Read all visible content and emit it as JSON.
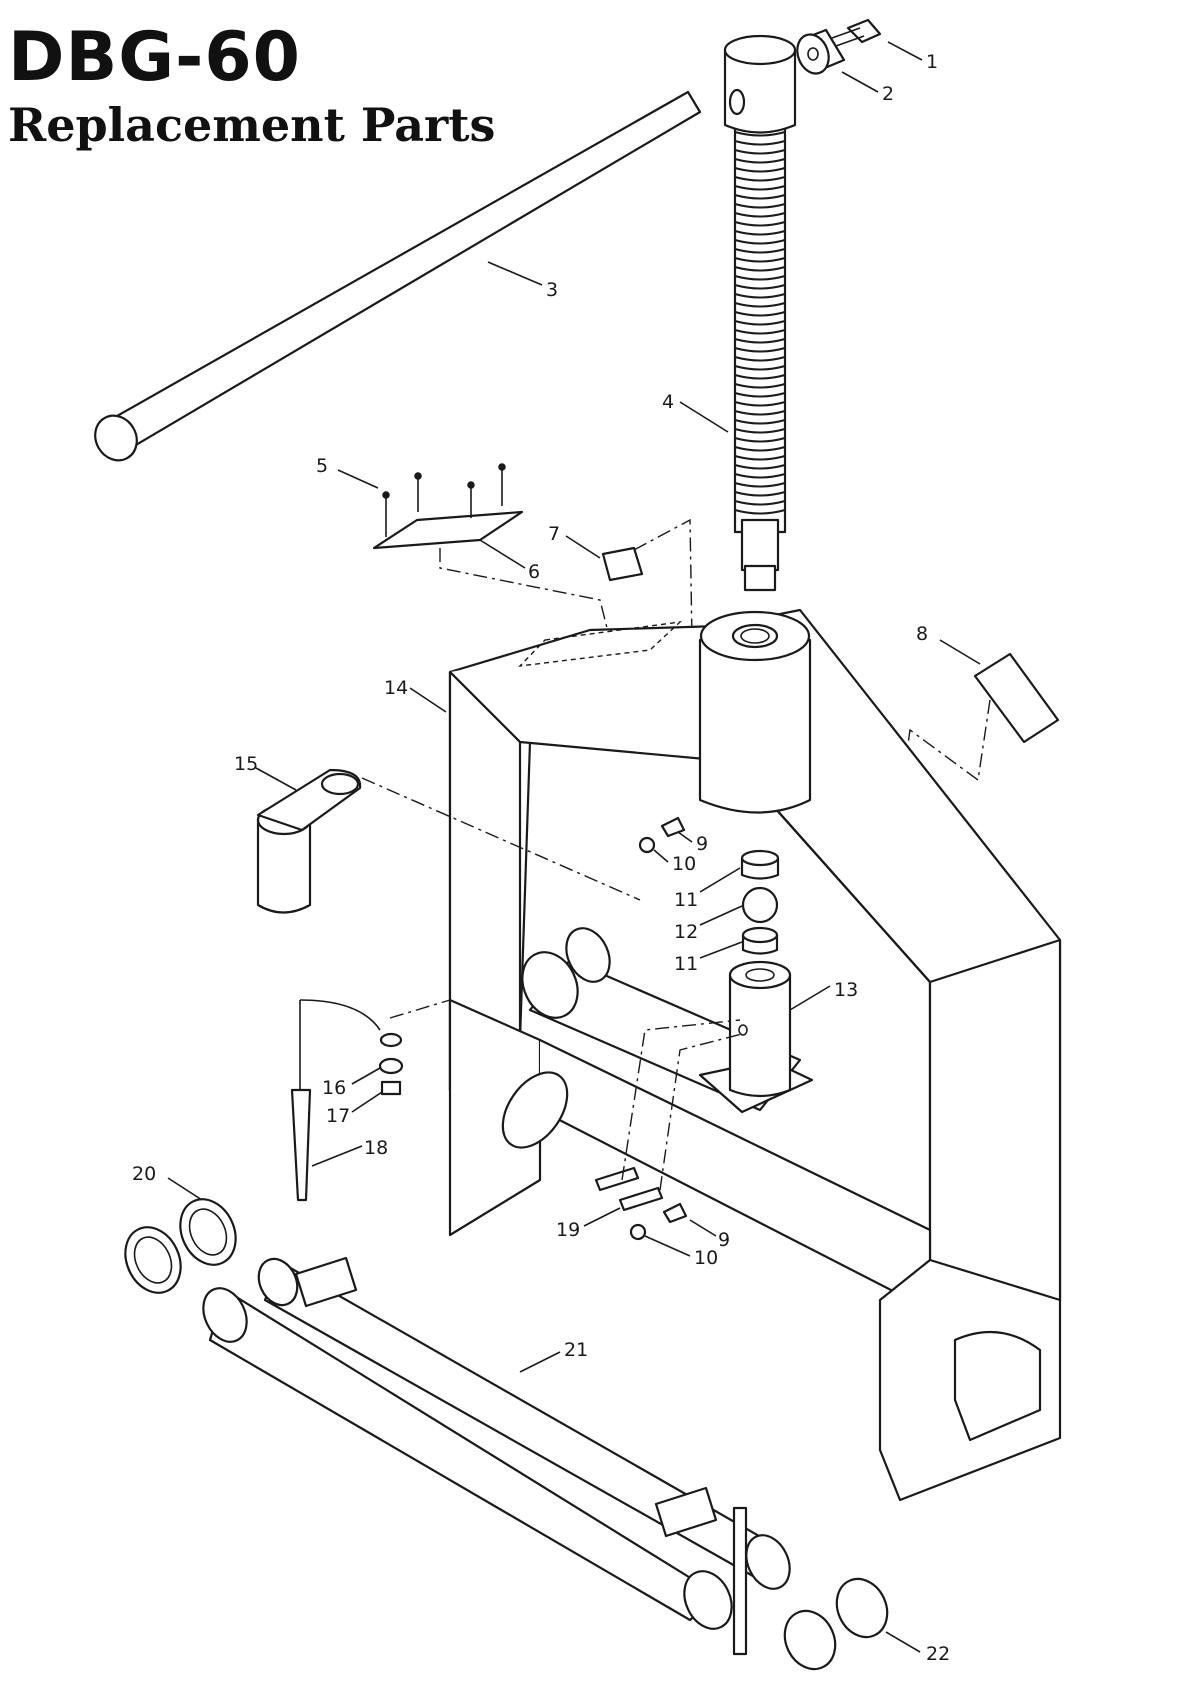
{
  "title": "DBG-60",
  "subtitle": "Replacement Parts",
  "callouts": [
    "1",
    "2",
    "3",
    "4",
    "5",
    "6",
    "7",
    "8",
    "9",
    "10",
    "11",
    "12",
    "11",
    "13",
    "14",
    "15",
    "16",
    "17",
    "18",
    "9",
    "10",
    "19",
    "20",
    "21",
    "22"
  ]
}
